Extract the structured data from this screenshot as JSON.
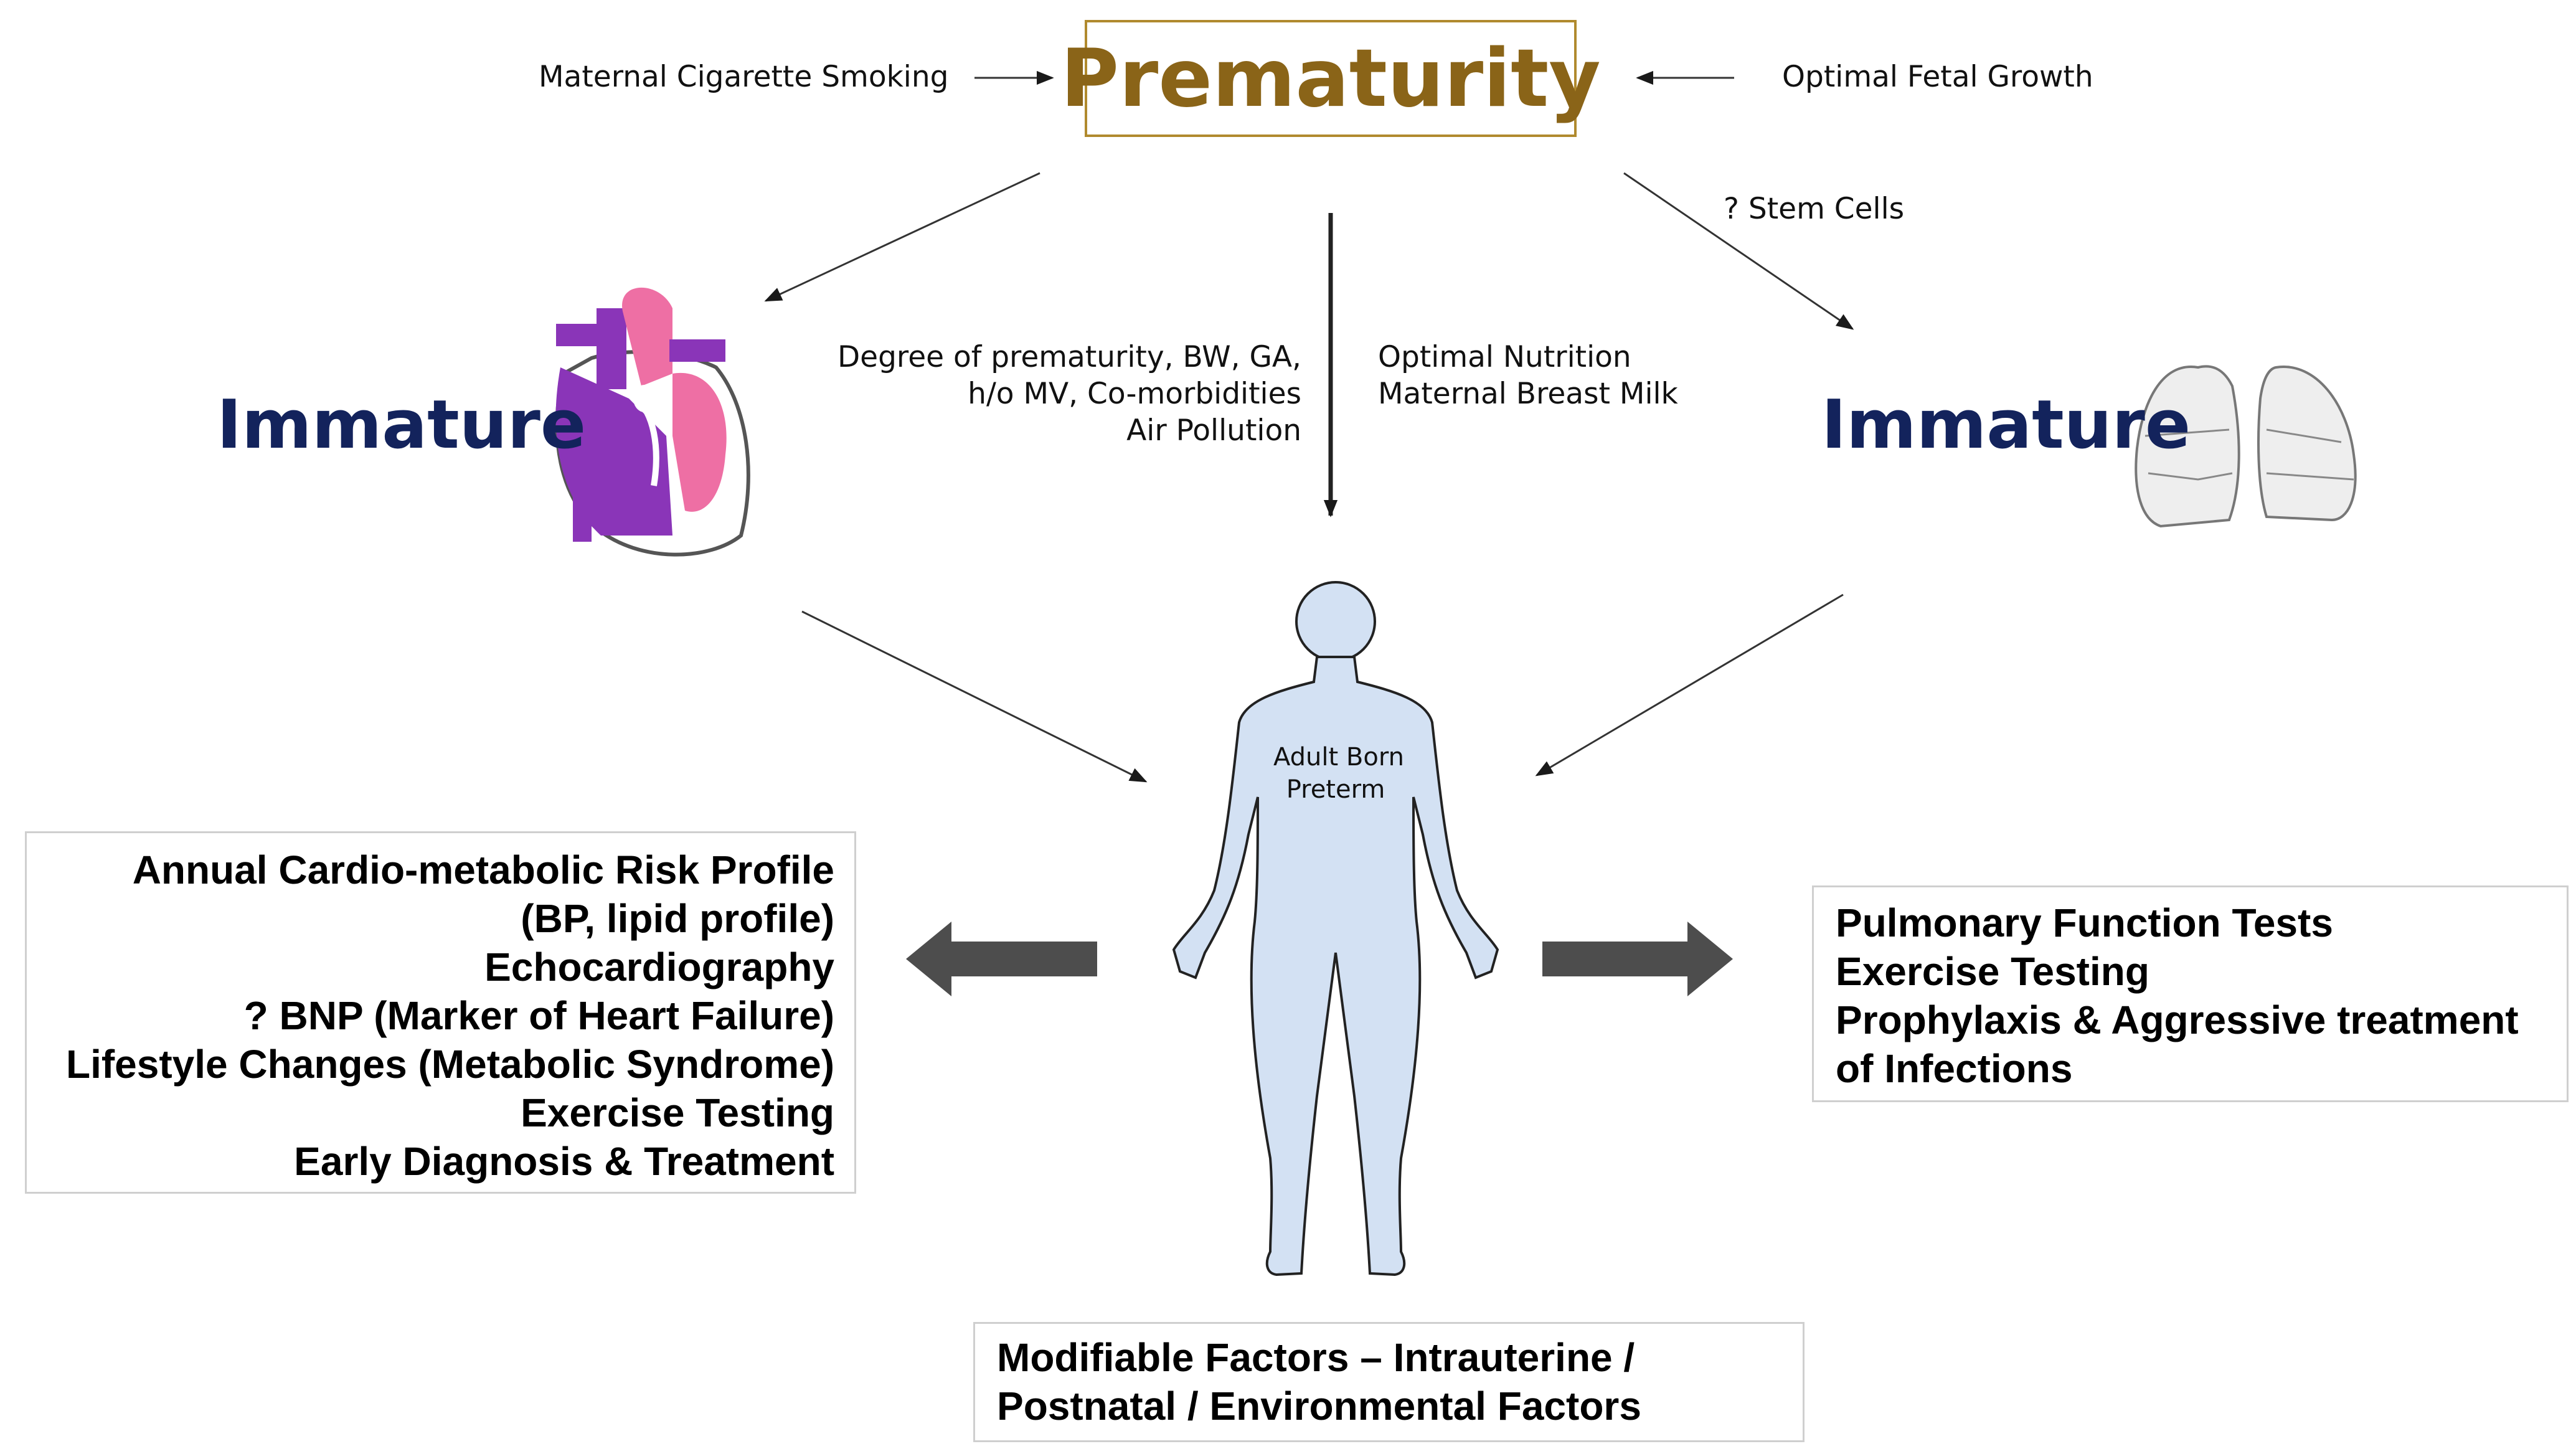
{
  "title": "Prematurity",
  "left_influence": "Maternal Cigarette Smoking",
  "right_influence": "Optimal Fetal Growth",
  "stem_cells": "? Stem Cells",
  "center_left_factors": [
    "Degree of prematurity, BW, GA,",
    "h/o MV, Co-morbidities",
    "Air Pollution"
  ],
  "center_right_factors": [
    "Optimal Nutrition",
    "Maternal Breast Milk"
  ],
  "immature_heart_label": "Immature",
  "immature_lung_label": "Immature",
  "body_label": [
    "Adult Born",
    "Preterm"
  ],
  "cardiac_box": [
    "Annual Cardio-metabolic Risk Profile",
    "(BP, lipid profile)",
    "Echocardiography",
    "? BNP (Marker of Heart Failure)",
    "Lifestyle Changes (Metabolic Syndrome)",
    "Exercise Testing",
    "Early Diagnosis & Treatment"
  ],
  "pulmonary_box": [
    "Pulmonary Function Tests",
    "Exercise Testing",
    "Prophylaxis & Aggressive treatment",
    "of Infections"
  ],
  "modifiable_box": [
    "Modifiable Factors – Intrauterine /",
    "Postnatal / Environmental Factors"
  ],
  "colors": {
    "title_text": "#8a6418",
    "title_border": "#b08a2e",
    "immature_text": "#13235c",
    "heart_purple": "#8a35b8",
    "heart_pink": "#ee6fa4",
    "body_fill": "#d3e1f3",
    "lung_fill": "#eeeeee",
    "big_arrow": "#4d4d4d"
  }
}
